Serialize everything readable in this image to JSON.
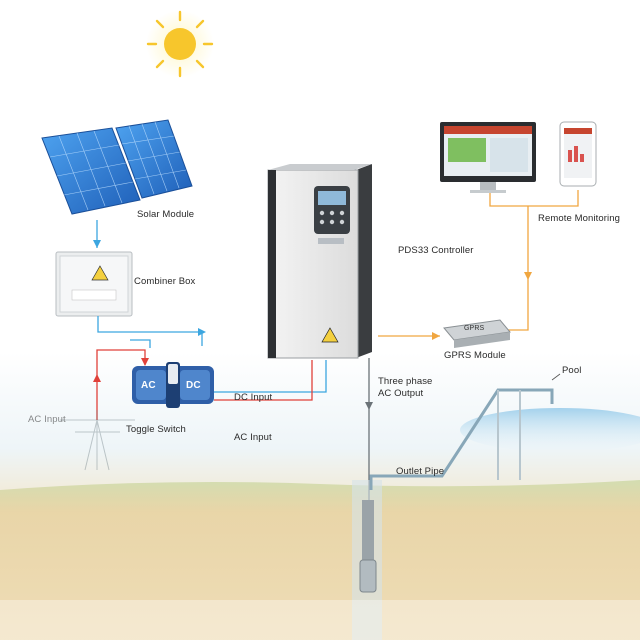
{
  "labels": {
    "solar_module": "Solar Module",
    "combiner_box": "Combiner Box",
    "controller": "PDS33 Controller",
    "remote_monitoring": "Remote Monitoring",
    "gprs_module": "GPRS Module",
    "gprs_device_text": "GPRS",
    "three_phase_line1": "Three phase",
    "three_phase_line2": "AC Output",
    "dc_input": "DC Input",
    "ac_input_right": "AC Input",
    "ac_input_left": "AC Input",
    "toggle_switch": "Toggle Switch",
    "switch_ac": "AC",
    "switch_dc": "DC",
    "pool": "Pool",
    "outlet_pipe": "Outlet Pipe"
  },
  "colors": {
    "dc_line": "#3ca6e0",
    "ac_line": "#e0413a",
    "comm_line": "#f0a640",
    "sun": "#f7c62c",
    "panel": "#2f7fd6"
  }
}
